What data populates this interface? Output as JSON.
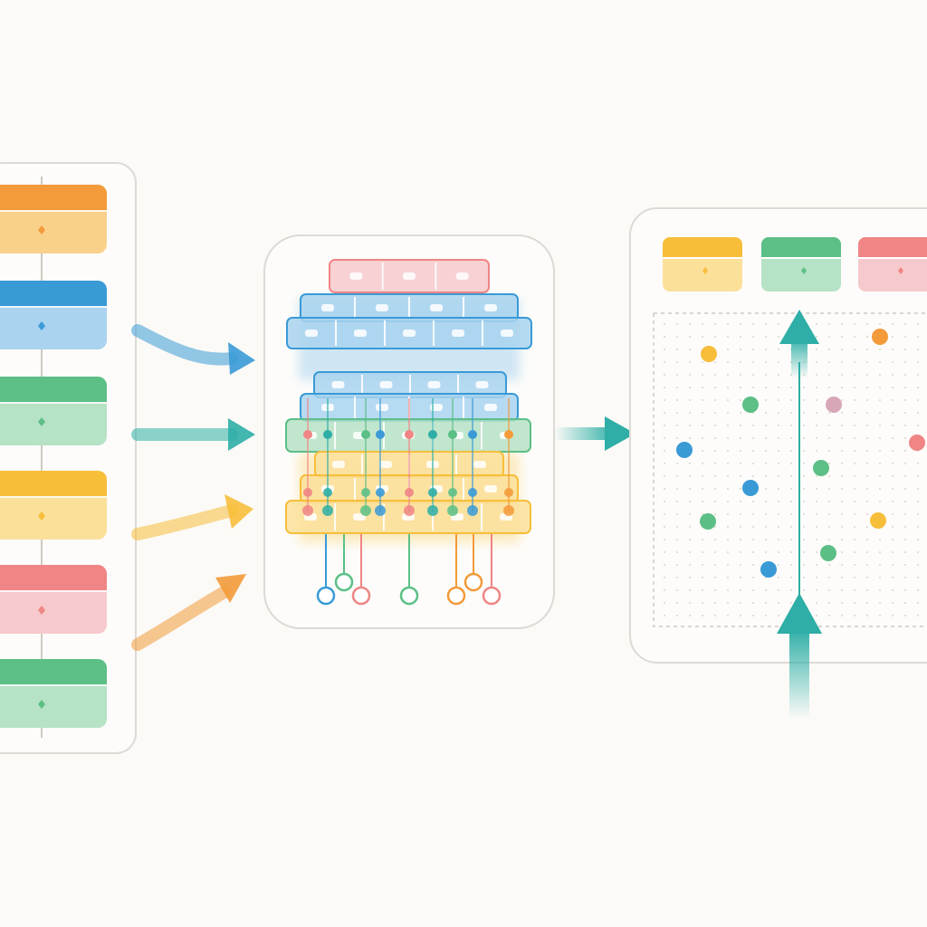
{
  "colors": {
    "background": "#fbfaf7",
    "panel_fill": "#fdfcfa",
    "panel_stroke": "#dcdad5",
    "orange": "#f39a3a",
    "orange_light": "#f9d18b",
    "blue": "#3a9ad6",
    "blue_light": "#a9d3ee",
    "green": "#5cbf86",
    "green_light": "#b6e2c5",
    "yellow": "#f7be3a",
    "yellow_light": "#fbe09a",
    "red": "#ef8585",
    "red_light": "#f6c9cc",
    "teal": "#2eaea6",
    "pink": "#d7a7b8",
    "dot_grid": "#d8d4cc"
  },
  "input_panel": {
    "cards": [
      {
        "name": "card-orange",
        "head": "orange",
        "body": "orange_light"
      },
      {
        "name": "card-blue",
        "head": "blue",
        "body": "blue_light"
      },
      {
        "name": "card-green",
        "head": "green",
        "body": "green_light"
      },
      {
        "name": "card-yellow",
        "head": "yellow",
        "body": "yellow_light"
      },
      {
        "name": "card-red",
        "head": "red",
        "body": "red_light"
      },
      {
        "name": "card-green-2",
        "head": "green",
        "body": "green_light"
      }
    ]
  },
  "flow_arrows": [
    {
      "name": "arrow-blue",
      "color": "blue"
    },
    {
      "name": "arrow-teal",
      "color": "teal"
    },
    {
      "name": "arrow-yellow",
      "color": "yellow"
    },
    {
      "name": "arrow-orange",
      "color": "orange"
    }
  ],
  "layer_stack": {
    "layers": [
      {
        "name": "layer-red",
        "color": "red"
      },
      {
        "name": "layer-blue-1",
        "color": "blue"
      },
      {
        "name": "layer-blue-2",
        "color": "blue"
      },
      {
        "name": "layer-blue-3",
        "color": "blue"
      },
      {
        "name": "layer-blue-4",
        "color": "blue"
      },
      {
        "name": "layer-green",
        "color": "green"
      },
      {
        "name": "layer-yellow-1",
        "color": "yellow"
      },
      {
        "name": "layer-yellow-2",
        "color": "yellow"
      },
      {
        "name": "layer-yellow-3",
        "color": "yellow"
      }
    ],
    "output_nodes": [
      "blue",
      "green",
      "red",
      "green",
      "orange",
      "orange",
      "red"
    ]
  },
  "output_panel": {
    "headers": [
      {
        "name": "header-yellow",
        "head": "yellow",
        "body": "yellow_light"
      },
      {
        "name": "header-green",
        "head": "green",
        "body": "green_light"
      },
      {
        "name": "header-red",
        "head": "red",
        "body": "red_light"
      }
    ],
    "scatter_points": [
      "yellow",
      "orange",
      "green",
      "pink",
      "blue",
      "red",
      "green",
      "blue",
      "green",
      "yellow",
      "green",
      "blue"
    ]
  }
}
